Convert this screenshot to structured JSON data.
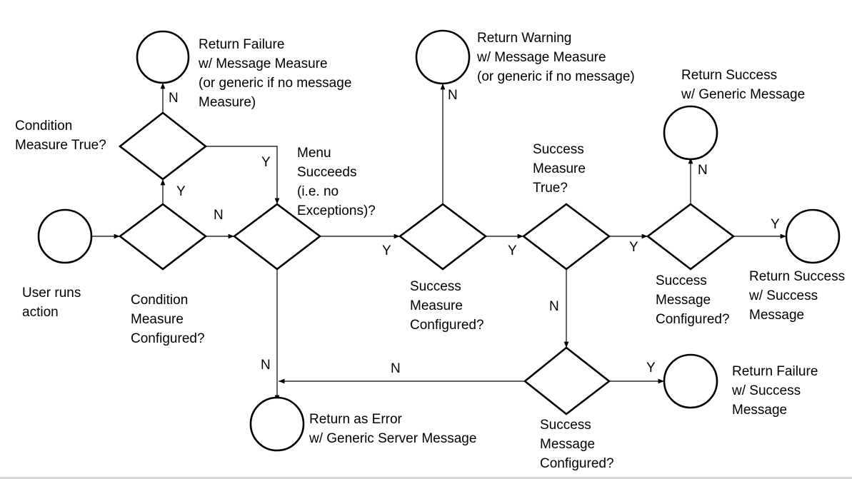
{
  "nodes": {
    "start": {
      "lines": [
        "User runs",
        "action"
      ]
    },
    "cond_configured": {
      "lines": [
        "Condition",
        "Measure",
        "Configured?"
      ]
    },
    "cond_true": {
      "lines": [
        "Condition",
        "Measure True?"
      ]
    },
    "return_failure_message": {
      "lines": [
        "Return Failure",
        "w/ Message Measure",
        "(or generic if no message",
        "Measure)"
      ]
    },
    "menu_succeeds": {
      "lines": [
        "Menu",
        "Succeeds",
        "(i.e. no",
        "Exceptions)?"
      ]
    },
    "return_error": {
      "lines": [
        "Return as Error",
        "w/ Generic Server Message"
      ]
    },
    "success_configured": {
      "lines": [
        "Success",
        "Measure",
        "Configured?"
      ]
    },
    "return_warning": {
      "lines": [
        "Return Warning",
        "w/ Message Measure",
        "(or generic if no message)"
      ]
    },
    "success_true": {
      "lines": [
        "Success",
        "Measure",
        "True?"
      ]
    },
    "success_msg_configured_top": {
      "lines": [
        "Success",
        "Message",
        "Configured?"
      ]
    },
    "return_success_generic": {
      "lines": [
        "Return Success",
        "w/ Generic Message"
      ]
    },
    "return_success_success": {
      "lines": [
        "Return Success",
        "w/ Success",
        "Message"
      ]
    },
    "success_msg_configured_bottom": {
      "lines": [
        "Success",
        "Message",
        "Configured?"
      ]
    },
    "return_failure_success": {
      "lines": [
        "Return Failure",
        "w/ Success",
        "Message"
      ]
    }
  },
  "edge_labels": {
    "cond_true_no": "N",
    "cond_true_yes": "Y",
    "cond_configured_yes": "Y",
    "cond_configured_no": "N",
    "menu_no": "N",
    "menu_yes": "Y",
    "success_configured_no": "N",
    "success_configured_yes": "Y",
    "success_true_no": "N",
    "success_true_yes": "Y",
    "success_msg_top_no": "N",
    "success_msg_top_yes": "Y",
    "success_msg_bottom_no": "N",
    "success_msg_bottom_yes": "Y"
  }
}
